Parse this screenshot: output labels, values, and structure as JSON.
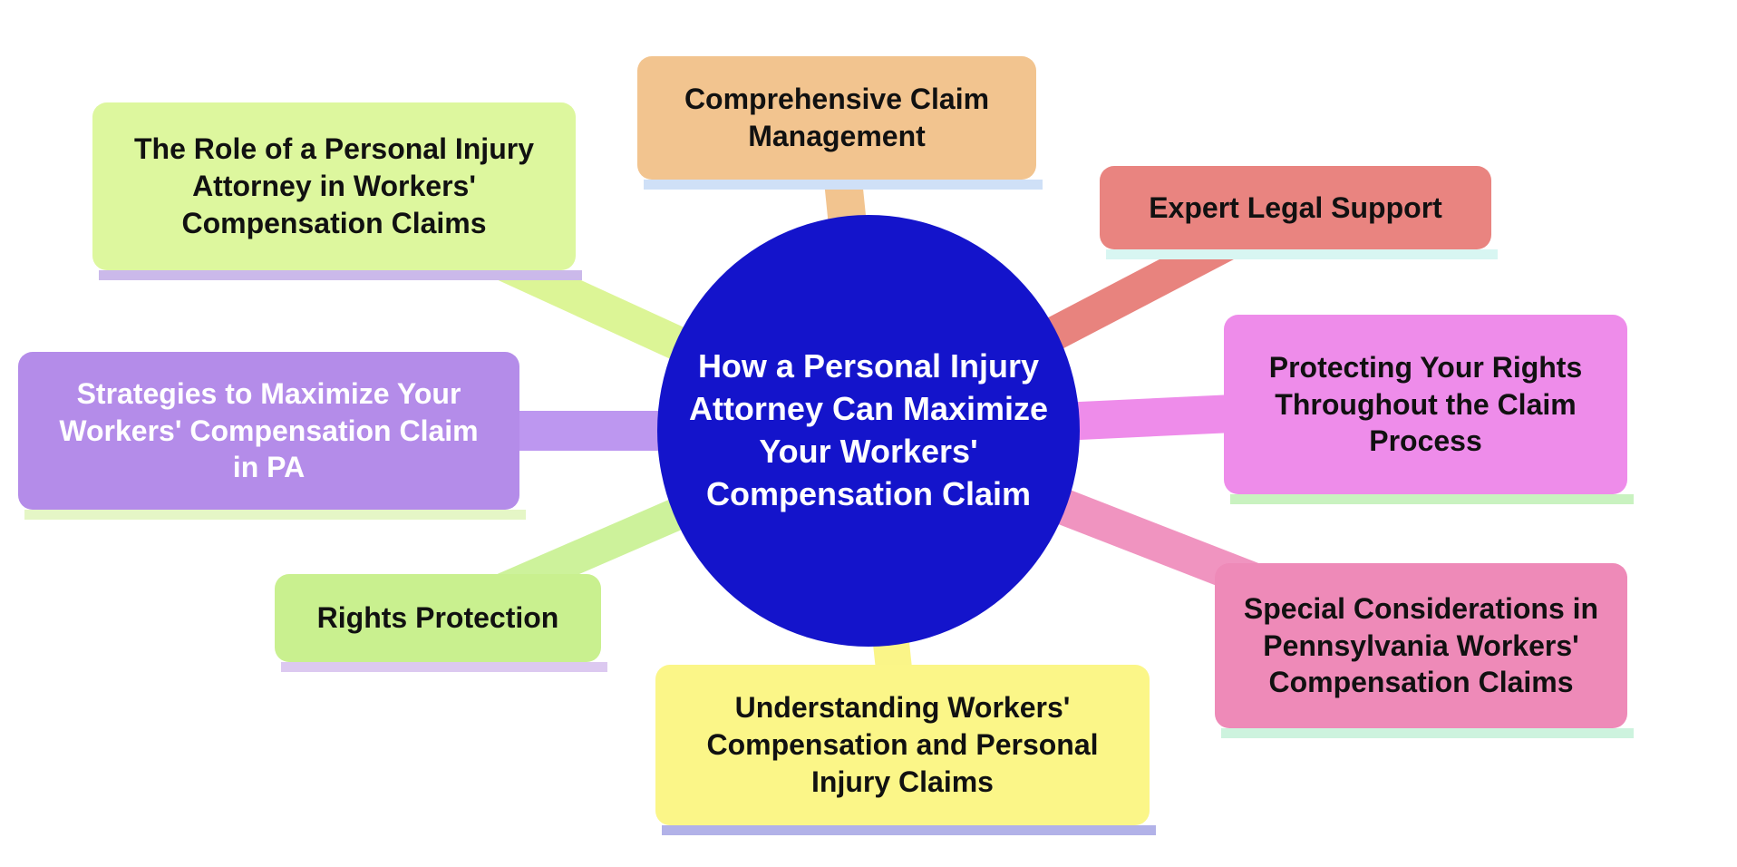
{
  "diagram": {
    "background_color": "#ffffff",
    "center": {
      "label": "How a Personal Injury Attorney Can Maximize Your Workers' Compensation Claim",
      "fill": "#1414cb",
      "text_color": "#ffffff"
    },
    "nodes": [
      {
        "id": "role-of-personal-injury-attorney",
        "label": "The Role of a Personal Injury Attorney in Workers' Compensation Claims",
        "fill": "#ddf79e",
        "shadow_color": "#cbb9ea",
        "connector_color": "#dcf596",
        "text_color": "#111111"
      },
      {
        "id": "comprehensive-claim-management",
        "label": "Comprehensive Claim Management",
        "fill": "#f2c48f",
        "shadow_color": "#cfe0f7",
        "connector_color": "#f2c48f",
        "text_color": "#111111"
      },
      {
        "id": "expert-legal-support",
        "label": "Expert Legal Support",
        "fill": "#e98480",
        "shadow_color": "#d8f6f2",
        "connector_color": "#e8837e",
        "text_color": "#111111"
      },
      {
        "id": "protecting-your-rights",
        "label": "Protecting Your Rights Throughout the Claim Process",
        "fill": "#ee8cea",
        "shadow_color": "#c9f2c0",
        "connector_color": "#ee8cea",
        "text_color": "#111111"
      },
      {
        "id": "special-considerations-pa",
        "label": "Special Considerations in Pennsylvania Workers' Compensation Claims",
        "fill": "#ee8ab8",
        "shadow_color": "#cdf3de",
        "connector_color": "#f094c0",
        "text_color": "#111111"
      },
      {
        "id": "understanding-workers-comp",
        "label": "Understanding Workers' Compensation and Personal Injury Claims",
        "fill": "#fbf688",
        "shadow_color": "#b2b2e8",
        "connector_color": "#faf588",
        "text_color": "#111111"
      },
      {
        "id": "rights-protection",
        "label": "Rights Protection",
        "fill": "#c9f08f",
        "shadow_color": "#dcc9f0",
        "connector_color": "#cdf29b",
        "text_color": "#111111"
      },
      {
        "id": "strategies-to-maximize",
        "label": "Strategies to Maximize Your Workers' Compensation Claim in PA",
        "fill": "#b48ce9",
        "shadow_color": "#e5f6c6",
        "connector_color": "#bd97f0",
        "text_color": "#ffffff"
      }
    ]
  }
}
